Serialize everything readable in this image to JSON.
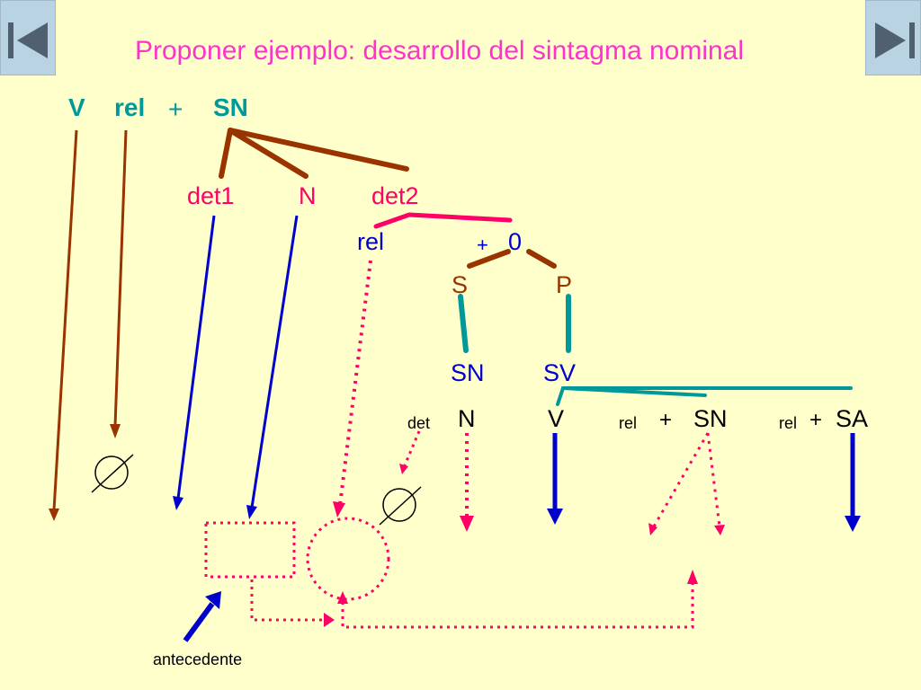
{
  "title": "Proponer ejemplo: desarrollo del sintagma nominal",
  "navigation": {
    "previous_icon": "skip-back-icon",
    "next_icon": "skip-forward-icon",
    "button_color": "#B9D3E2"
  },
  "colors": {
    "background": "#FFFFCC",
    "title": "#FF33CC",
    "teal": "#009999",
    "brown": "#993300",
    "pink": "#FF0066",
    "blue": "#0000CC"
  },
  "top_formula": {
    "v": "V",
    "rel": "rel",
    "plus": "+",
    "sn": "SN"
  },
  "sn_children": {
    "det1": "det1",
    "n": "N",
    "det2": "det2"
  },
  "det2_expansion": {
    "rel": "rel",
    "plus": "+",
    "zero": "0"
  },
  "clause": {
    "s": "S",
    "p": "P",
    "sn": "SN",
    "sv": "SV"
  },
  "bottom": {
    "det": "det",
    "n": "N",
    "v": "V",
    "rel1": "rel",
    "plus1": "+",
    "sn": "SN",
    "rel2": "rel",
    "plus2": "+",
    "sa": "SA",
    "empty_symbol": "∅"
  },
  "antecedent_label": "antecedente"
}
